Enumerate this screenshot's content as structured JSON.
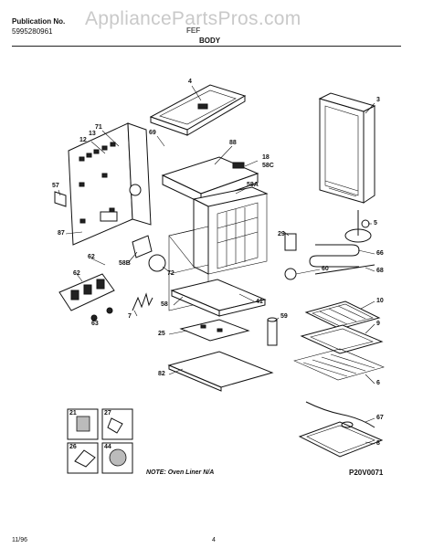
{
  "header": {
    "publication_label": "Publication No.",
    "publication_number": "5995280961",
    "watermark": "AppliancePartsPros.com",
    "model_fragment": "FEF",
    "section_title": "BODY"
  },
  "callouts": {
    "c4": "4",
    "c3": "3",
    "c71": "71",
    "c13": "13",
    "c12": "12",
    "c69": "69",
    "c88": "88",
    "c18": "18",
    "c58c": "58C",
    "c57": "57",
    "c58a": "58A",
    "c87": "87",
    "c58b": "58B",
    "c72": "72",
    "c62a": "62",
    "c62b": "62",
    "c63": "63",
    "c7": "7",
    "c58": "58",
    "c41": "41",
    "c29": "29",
    "c60": "60",
    "c5": "5",
    "c66": "66",
    "c68": "68",
    "c10": "10",
    "c9": "9",
    "c6": "6",
    "c59": "59",
    "c25": "25",
    "c82": "82",
    "c21": "21",
    "c27": "27",
    "c26": "26",
    "c44": "44",
    "c67": "67",
    "c8": "8"
  },
  "note": "NOTE: Oven Liner N/A",
  "diagram_ref": "P20V0071",
  "footer": {
    "date": "11/96",
    "page": "4"
  }
}
